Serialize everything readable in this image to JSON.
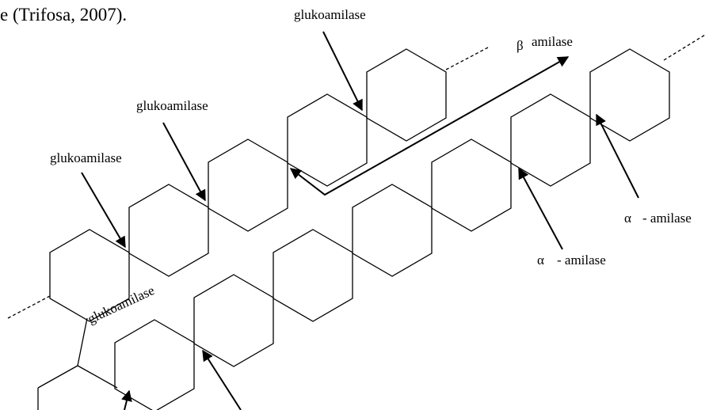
{
  "caption": "e (Trifosa, 2007).",
  "labels": {
    "glucoamylase_top": "glukoamilase",
    "glucoamylase_upper": "glukoamilase",
    "glucoamylase_left": "glukoamilase",
    "glucoamylase_branch": "glukoamilase",
    "beta_amylase_symbol": "β",
    "beta_amylase_text": "amilase",
    "alpha_amylase_lower_symbol": "α",
    "alpha_amylase_lower_text": "- amilase",
    "alpha_amylase_right_symbol": "α",
    "alpha_amylase_right_text": "- amilase"
  }
}
